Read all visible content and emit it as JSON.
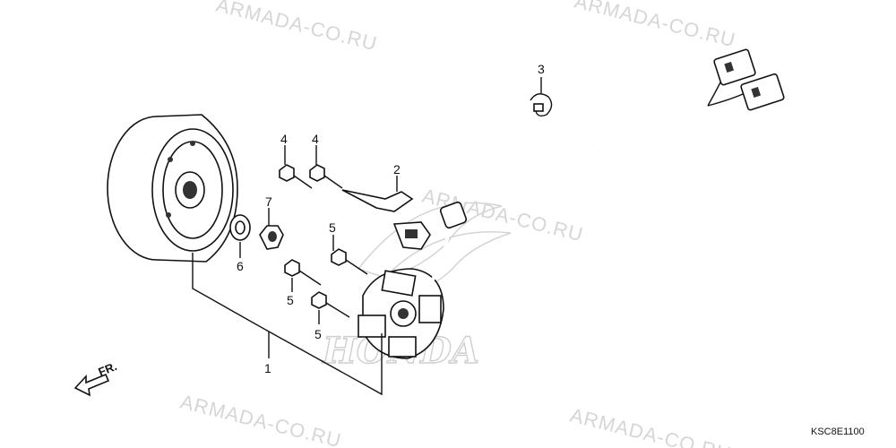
{
  "diagram": {
    "watermark": "ARMADA-CO.RU",
    "brand_logo": "HONDA",
    "direction_label": "FR.",
    "figure_code": "KSC8E1100",
    "callouts": {
      "rotor": "1",
      "pulse_generator": "2",
      "clip": "3",
      "bolt_top_left": "4",
      "bolt_top_right": "4",
      "bolt_mid": "5",
      "bolt_lower_left": "5",
      "bolt_lower": "5",
      "washer": "6",
      "nut": "7"
    }
  }
}
